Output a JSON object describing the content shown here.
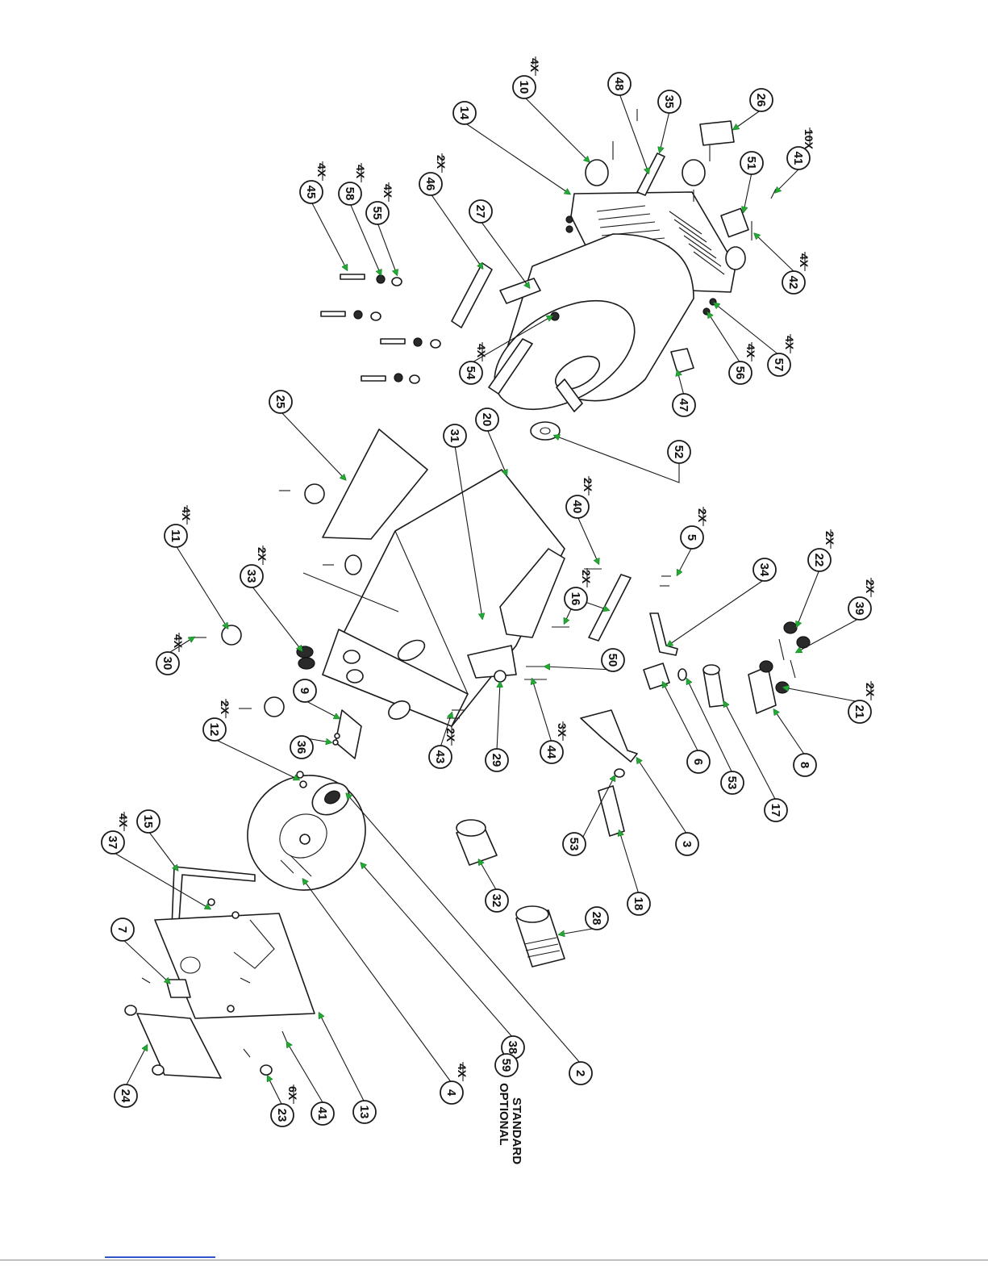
{
  "diagram": {
    "type": "exploded parts diagram",
    "callouts": [
      {
        "id": "b10",
        "num": "10",
        "qty": "4X"
      },
      {
        "id": "b48",
        "num": "48",
        "qty": ""
      },
      {
        "id": "b35",
        "num": "35",
        "qty": ""
      },
      {
        "id": "b26",
        "num": "26",
        "qty": ""
      },
      {
        "id": "b14",
        "num": "14",
        "qty": ""
      },
      {
        "id": "b41a",
        "num": "41",
        "qty": "10X"
      },
      {
        "id": "b51",
        "num": "51",
        "qty": ""
      },
      {
        "id": "b42",
        "num": "42",
        "qty": "4X"
      },
      {
        "id": "b45",
        "num": "45",
        "qty": "4X"
      },
      {
        "id": "b58",
        "num": "58",
        "qty": "4X"
      },
      {
        "id": "b55",
        "num": "55",
        "qty": "4X"
      },
      {
        "id": "b46",
        "num": "46",
        "qty": "2X"
      },
      {
        "id": "b27",
        "num": "27",
        "qty": ""
      },
      {
        "id": "b54",
        "num": "54",
        "qty": "4X"
      },
      {
        "id": "b56",
        "num": "56",
        "qty": "4X"
      },
      {
        "id": "b57",
        "num": "57",
        "qty": "4X"
      },
      {
        "id": "b47",
        "num": "47",
        "qty": ""
      },
      {
        "id": "b25",
        "num": "25",
        "qty": ""
      },
      {
        "id": "b31",
        "num": "31",
        "qty": ""
      },
      {
        "id": "b20",
        "num": "20",
        "qty": ""
      },
      {
        "id": "b52",
        "num": "52",
        "qty": ""
      },
      {
        "id": "b40",
        "num": "40",
        "qty": "2X"
      },
      {
        "id": "b16",
        "num": "16",
        "qty": "2X"
      },
      {
        "id": "b5",
        "num": "5",
        "qty": "2X"
      },
      {
        "id": "b34",
        "num": "34",
        "qty": ""
      },
      {
        "id": "b22",
        "num": "22",
        "qty": "2X"
      },
      {
        "id": "b39",
        "num": "39",
        "qty": "2X"
      },
      {
        "id": "b11",
        "num": "11",
        "qty": "4X"
      },
      {
        "id": "b33",
        "num": "33",
        "qty": "2X"
      },
      {
        "id": "b30",
        "num": "30",
        "qty": "4X"
      },
      {
        "id": "b50",
        "num": "50",
        "qty": ""
      },
      {
        "id": "b9",
        "num": "9",
        "qty": ""
      },
      {
        "id": "b36",
        "num": "36",
        "qty": ""
      },
      {
        "id": "b12",
        "num": "12",
        "qty": "2X"
      },
      {
        "id": "b43",
        "num": "43",
        "qty": "2X"
      },
      {
        "id": "b29",
        "num": "29",
        "qty": ""
      },
      {
        "id": "b44",
        "num": "44",
        "qty": "3X"
      },
      {
        "id": "b6",
        "num": "6",
        "qty": ""
      },
      {
        "id": "b53a",
        "num": "53",
        "qty": ""
      },
      {
        "id": "b8",
        "num": "8",
        "qty": ""
      },
      {
        "id": "b21",
        "num": "21",
        "qty": "2X"
      },
      {
        "id": "b17",
        "num": "17",
        "qty": ""
      },
      {
        "id": "b3",
        "num": "3",
        "qty": ""
      },
      {
        "id": "b53b",
        "num": "53",
        "qty": ""
      },
      {
        "id": "b37",
        "num": "37",
        "qty": "4X"
      },
      {
        "id": "b15",
        "num": "15",
        "qty": ""
      },
      {
        "id": "b32",
        "num": "32",
        "qty": ""
      },
      {
        "id": "b18",
        "num": "18",
        "qty": ""
      },
      {
        "id": "b28",
        "num": "28",
        "qty": ""
      },
      {
        "id": "b7",
        "num": "7",
        "qty": ""
      },
      {
        "id": "b24",
        "num": "24",
        "qty": ""
      },
      {
        "id": "b23",
        "num": "23",
        "qty": "6X"
      },
      {
        "id": "b41b",
        "num": "41",
        "qty": ""
      },
      {
        "id": "b13",
        "num": "13",
        "qty": ""
      },
      {
        "id": "b4",
        "num": "4",
        "qty": "4X"
      },
      {
        "id": "b38",
        "num": "38",
        "qty": ""
      },
      {
        "id": "b2",
        "num": "2",
        "qty": ""
      }
    ],
    "notes": {
      "standard": "STANDARD",
      "optional_num": "59",
      "optional": "OPTIONAL"
    }
  }
}
